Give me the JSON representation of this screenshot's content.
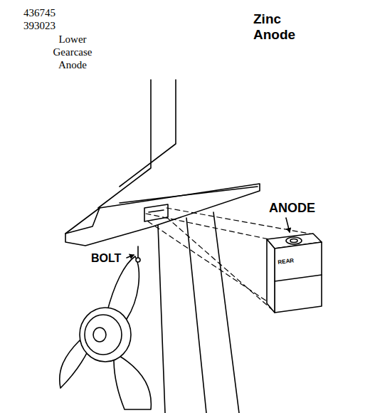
{
  "diagram": {
    "title": "Zinc Anode",
    "labels": [
      "436745",
      "393023",
      "Lower Gearcase Anode",
      "ANODE",
      "BOLT",
      "REAR"
    ]
  }
}
